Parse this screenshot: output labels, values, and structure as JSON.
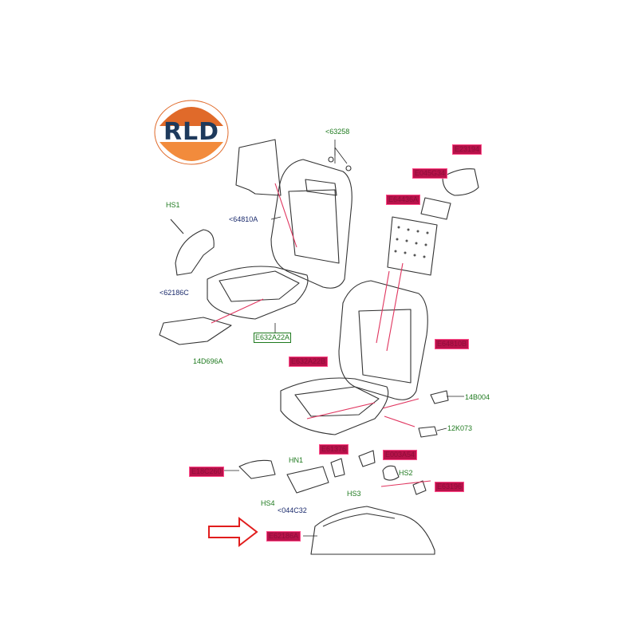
{
  "logo": {
    "text": "RLD",
    "color_top": "#e06a2a",
    "color_bottom": "#f28b3c",
    "text_color": "#1e3a5c"
  },
  "labels": {
    "l_63258": "<63258",
    "l_64810A": "<64810A",
    "l_HS1": "HS1",
    "l_62186C": "<62186C",
    "l_632A22A": "E632A22A",
    "l_14D696A": "14D696A",
    "l_14B004": "14B004",
    "l_12K073": "12K073",
    "l_HN1": "HN1",
    "l_HS4": "HS4",
    "l_044C32": "<044C32",
    "l_HS3": "HS3",
    "l_HS2": "HS2"
  },
  "redacted": {
    "r1": "E23194",
    "r2": "E045G34",
    "r3": "E64436A",
    "r4": "E64810B",
    "r5": "E632A22B",
    "r6": "E61376",
    "r7": "E003A54",
    "r8": "E18C260",
    "r9": "E63196",
    "r10": "E62186A"
  },
  "colors": {
    "line": "#333333",
    "leader": "#e0355f",
    "arrow": "#e11d1d",
    "label_green": "#1f7a1f",
    "label_navy": "#1a2a6c",
    "redact_fill": "#b8124a"
  }
}
